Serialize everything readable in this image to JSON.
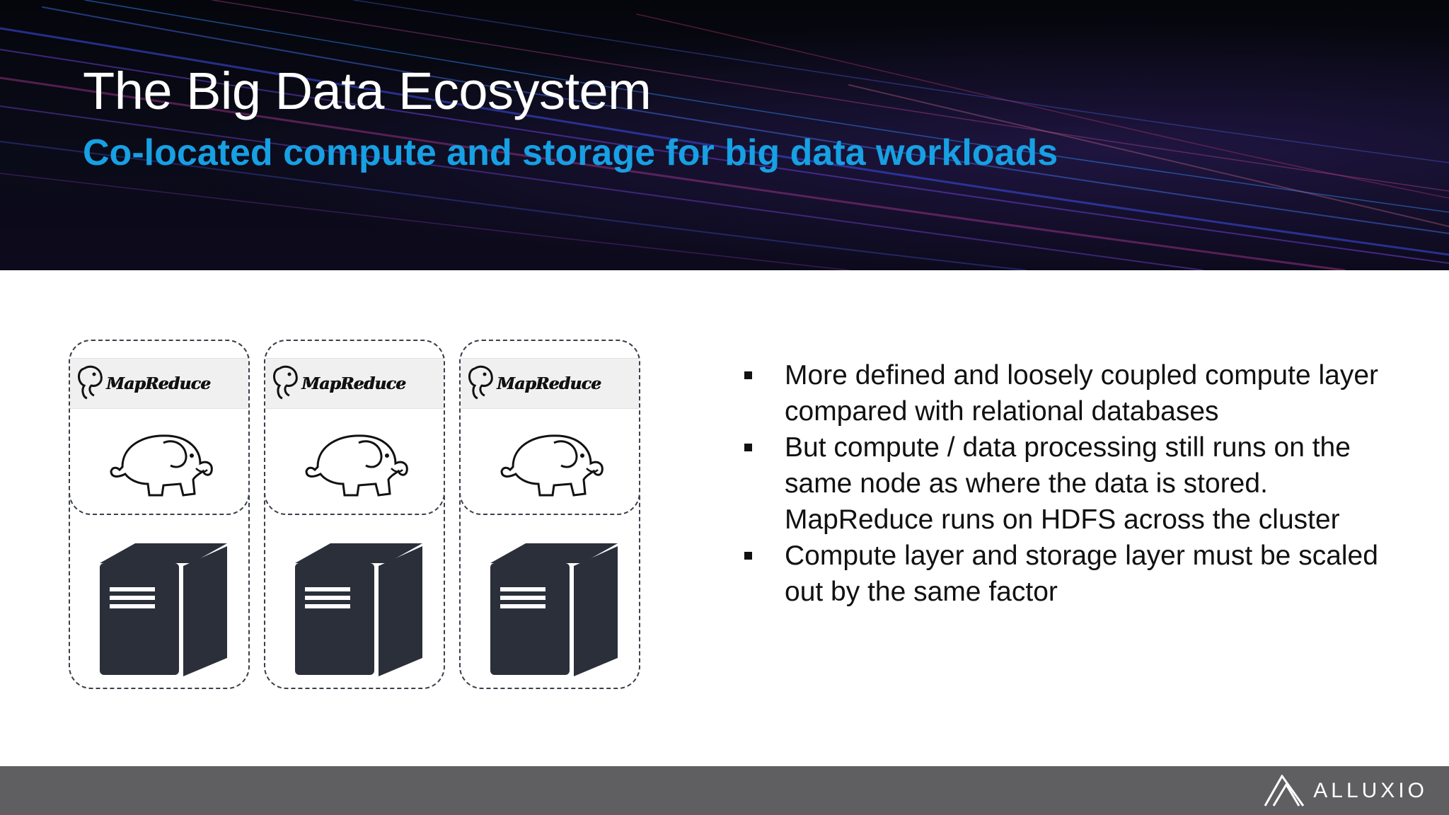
{
  "slide": {
    "title": "The Big Data Ecosystem",
    "subtitle": "Co-located compute and storage for big data workloads"
  },
  "diagram": {
    "nodes": [
      {
        "framework_label": "MapReduce",
        "framework_icon": "mapreduce-elephant-logo",
        "storage_icon": "hadoop-elephant-icon",
        "server_icon": "server-icon"
      },
      {
        "framework_label": "MapReduce",
        "framework_icon": "mapreduce-elephant-logo",
        "storage_icon": "hadoop-elephant-icon",
        "server_icon": "server-icon"
      },
      {
        "framework_label": "MapReduce",
        "framework_icon": "mapreduce-elephant-logo",
        "storage_icon": "hadoop-elephant-icon",
        "server_icon": "server-icon"
      }
    ]
  },
  "bullets": [
    "More defined and loosely coupled compute layer compared with relational databases",
    "But compute / data processing still runs on the same node as where the data is stored. MapReduce runs on HDFS across the cluster",
    "Compute layer and storage layer must be scaled out by the same factor"
  ],
  "footer": {
    "brand": "ALLUXIO",
    "brand_icon": "alluxio-logo-icon"
  },
  "colors": {
    "subtitle": "#17a0e3",
    "banner": "#07080f",
    "footer": "#5f5f62",
    "diagram_dark": "#2a2f3a"
  }
}
